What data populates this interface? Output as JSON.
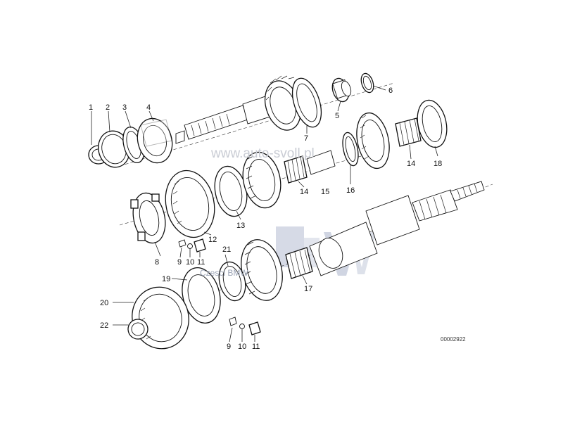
{
  "diagram": {
    "part_labels": {
      "l1": "1",
      "l2": "2",
      "l3": "3",
      "l4": "4",
      "l5": "5",
      "l6": "6",
      "l7": "7",
      "l8": "8",
      "l9a": "9",
      "l10a": "10",
      "l11a": "11",
      "l12": "12",
      "l13": "13",
      "l14a": "14",
      "l15": "15",
      "l16": "16",
      "l14b": "14",
      "l18": "18",
      "l21": "21",
      "l19": "19",
      "l17": "17",
      "l20": "20",
      "l22": "22",
      "l9b": "9",
      "l10b": "10",
      "l11b": "11"
    },
    "watermark_url": "www.auto-svoll.pl",
    "watermark_text": "Czesci BMW",
    "drawing_code": "00002922"
  }
}
